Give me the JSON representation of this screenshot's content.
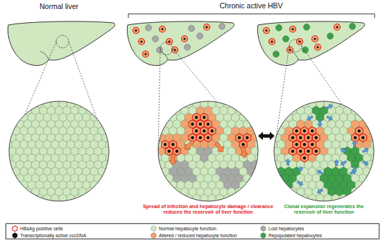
{
  "diagram": {
    "labels": [
      "Normal liver",
      "Chronic active HBV",
      "Spread of infection and hepatocyte damage / clearance reduces the reservoir of liver function",
      "Clonal expansion regenerates the reservoir of liver function"
    ],
    "legend": [
      {
        "text": "HBsAg positive cells"
      },
      {
        "text": "Normal hepatocyte function",
        "color": "#cfe8c0"
      },
      {
        "text": "Lost hepatocytes",
        "color": "#a8a8a8"
      },
      {
        "text": "Transcriptionally active cccDNA",
        "color": "#111111"
      },
      {
        "text": "Altered / reduced hepatocyte function",
        "color": "#f4a36e"
      },
      {
        "text": "Repopulated hepatocytes",
        "color": "#3fa04b"
      }
    ]
  }
}
